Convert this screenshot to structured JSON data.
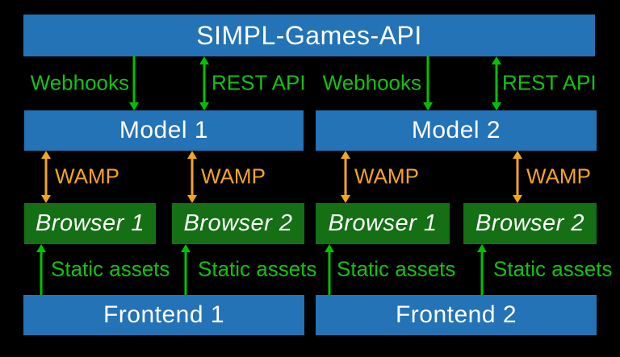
{
  "colors": {
    "background": "#000000",
    "bar_blue": "#2373b6",
    "box_green": "#156f15",
    "arrow_green": "#00c200",
    "label_green": "#14c114",
    "arrow_orange": "#f5a51d",
    "text_white": "#ffffff"
  },
  "nodes": {
    "api": "SIMPL-Games-API",
    "model_1": "Model 1",
    "model_2": "Model 2",
    "browser_1": "Browser 1",
    "browser_2": "Browser 2",
    "frontend_1": "Frontend 1",
    "frontend_2": "Frontend 2"
  },
  "edge_labels": {
    "webhooks": "Webhooks",
    "rest_api": "REST API",
    "wamp": "WAMP",
    "static_assets": "Static assets"
  },
  "edges": [
    {
      "from": "api",
      "to": "model_1",
      "label": "Webhooks",
      "direction": "down"
    },
    {
      "from": "api",
      "to": "model_1",
      "label": "REST API",
      "direction": "both"
    },
    {
      "from": "api",
      "to": "model_2",
      "label": "Webhooks",
      "direction": "down"
    },
    {
      "from": "api",
      "to": "model_2",
      "label": "REST API",
      "direction": "both"
    },
    {
      "from": "model_1",
      "to": "browser_1",
      "label": "WAMP",
      "direction": "both"
    },
    {
      "from": "model_1",
      "to": "browser_2",
      "label": "WAMP",
      "direction": "both"
    },
    {
      "from": "model_2",
      "to": "browser_1",
      "label": "WAMP",
      "direction": "both"
    },
    {
      "from": "model_2",
      "to": "browser_2",
      "label": "WAMP",
      "direction": "both"
    },
    {
      "from": "frontend_1",
      "to": "browser_1",
      "label": "Static assets",
      "direction": "up"
    },
    {
      "from": "frontend_1",
      "to": "browser_2",
      "label": "Static assets",
      "direction": "up"
    },
    {
      "from": "frontend_2",
      "to": "browser_1",
      "label": "Static assets",
      "direction": "up"
    },
    {
      "from": "frontend_2",
      "to": "browser_2",
      "label": "Static assets",
      "direction": "up"
    }
  ]
}
